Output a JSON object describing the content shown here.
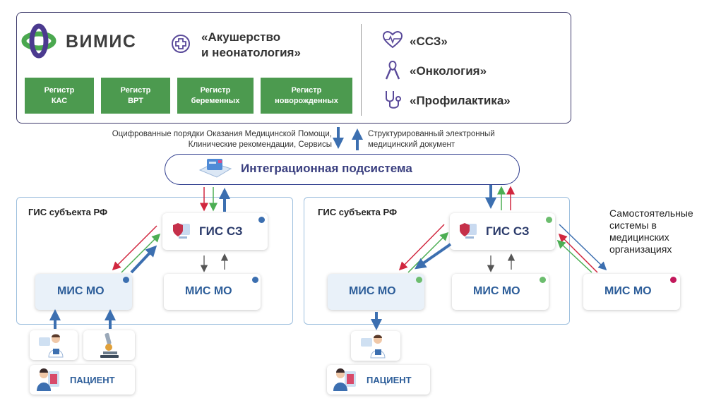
{
  "header": {
    "logo_text": "ВИМИС",
    "direction_main": [
      "«Акушерство",
      "и неонатология»"
    ],
    "registries": [
      {
        "line1": "Регистр",
        "line2": "КАС"
      },
      {
        "line1": "Регистр",
        "line2": "ВРТ"
      },
      {
        "line1": "Регистр",
        "line2": "беременных"
      },
      {
        "line1": "Регистр",
        "line2": "новорожденных"
      }
    ],
    "directions": [
      {
        "label": "«ССЗ»",
        "icon": "heart-pulse-icon"
      },
      {
        "label": "«Онкология»",
        "icon": "ribbon-icon"
      },
      {
        "label": "«Профилактика»",
        "icon": "stethoscope-icon"
      }
    ]
  },
  "flows": {
    "down_note": [
      "Оцифрованные порядки Оказания Медицинской Помощи,",
      "Клинические рекомендации, Сервисы"
    ],
    "up_note": [
      "Структурированный электронный",
      "медицинский документ"
    ]
  },
  "integration": {
    "label": "Интеграционная подсистема"
  },
  "regions": [
    {
      "label": "ГИС субъекта РФ",
      "gis": "ГИС СЗ",
      "mis_a": "МИС МО",
      "mis_b": "МИС МО"
    },
    {
      "label": "ГИС субъекта РФ",
      "gis": "ГИС СЗ",
      "mis_a": "МИС МО",
      "mis_b": "МИС МО"
    }
  ],
  "standalone": {
    "note": [
      "Самостоятельные",
      "системы в",
      "медицинских",
      "организациях"
    ],
    "mis": "МИС МО"
  },
  "patients": [
    {
      "label": "ПАЦИЕНТ"
    },
    {
      "label": "ПАЦИЕНТ"
    }
  ],
  "colors": {
    "blue": "#3c6fb0",
    "green": "#4cae53",
    "red": "#d1273f",
    "gray": "#555555",
    "magenta": "#c2185b",
    "registry": "#4c9a4f"
  }
}
